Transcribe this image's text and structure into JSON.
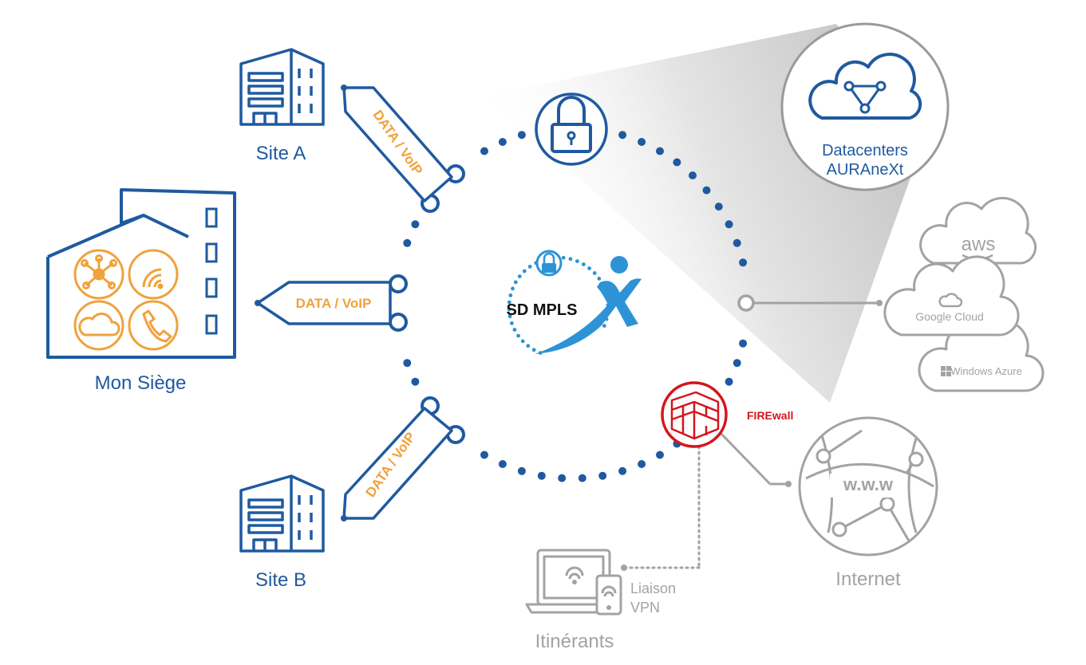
{
  "hub": {
    "title": "SD MPLS"
  },
  "sites": {
    "site_a": "Site A",
    "site_b": "Site B",
    "headquarters": "Mon Siège"
  },
  "links": {
    "site_a_link": "DATA / VoIP",
    "hq_link": "DATA / VoIP",
    "site_b_link": "DATA / VoIP"
  },
  "datacenter": {
    "line1": "Datacenters",
    "line2": "AURAneXt"
  },
  "clouds": {
    "aws": "aws",
    "google": "Google Cloud",
    "azure": "Windows Azure"
  },
  "firewall": {
    "label": "FIREwall"
  },
  "internet": {
    "globe_text": "w.w.w",
    "label": "Internet"
  },
  "mobile": {
    "vpn_line1": "Liaison",
    "vpn_line2": "VPN",
    "label": "Itinérants"
  },
  "colors": {
    "blue": "#1f5aa0",
    "orange": "#f0a23c",
    "red": "#d4161c",
    "grey": "#a3a3a3"
  }
}
